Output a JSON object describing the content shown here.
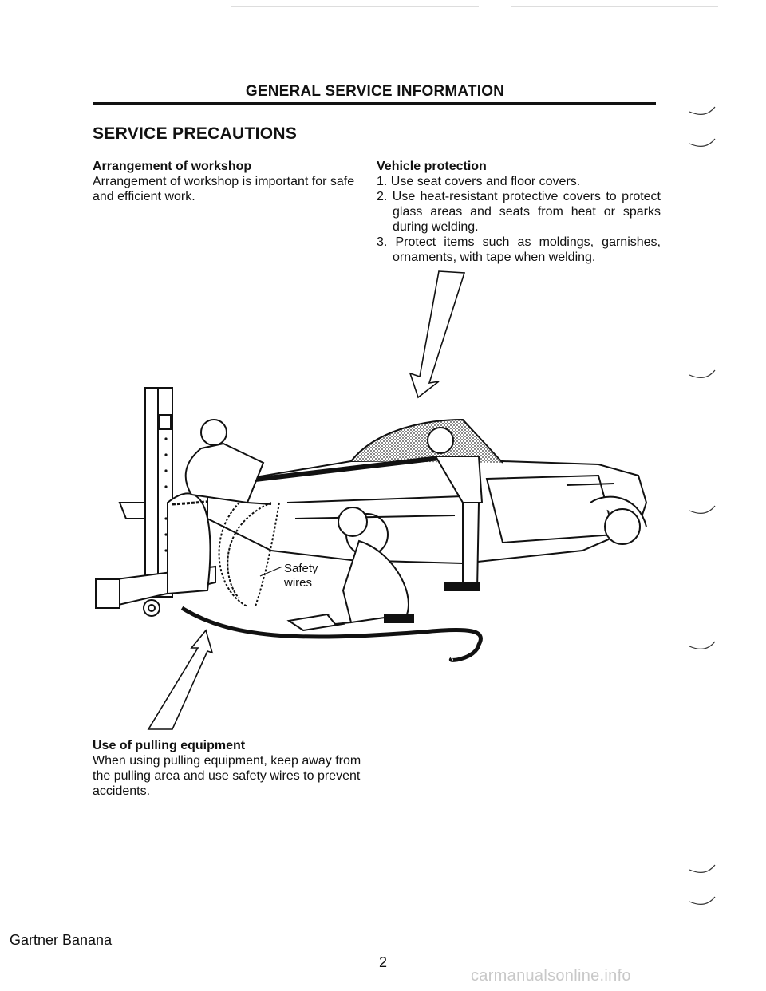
{
  "header": {
    "title": "GENERAL SERVICE INFORMATION"
  },
  "section": {
    "title": "SERVICE PRECAUTIONS"
  },
  "workshop": {
    "heading": "Arrangement of workshop",
    "text": "Arrangement of workshop is important for safe and efficient work."
  },
  "vehicle_protection": {
    "heading": "Vehicle protection",
    "items": [
      "1. Use seat covers and floor covers.",
      "2. Use heat-resistant protective covers to protect glass areas and seats from heat or sparks during welding.",
      "3. Protect items such as moldings, garnishes, ornaments, with tape when welding."
    ]
  },
  "illustration": {
    "label_line1": "Safety",
    "label_line2": "wires"
  },
  "pulling": {
    "heading": "Use of pulling equipment",
    "text": "When using pulling equipment, keep away from the pulling area and use safety wires to prevent accidents."
  },
  "footer": {
    "credit": "Gartner Banana",
    "page_number": "2",
    "watermark": "carmanualsonline.info"
  }
}
